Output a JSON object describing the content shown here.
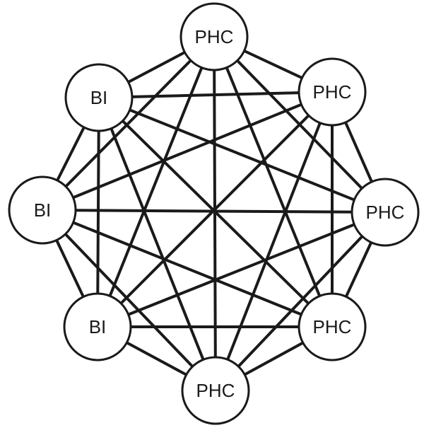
{
  "diagram": {
    "nodes": [
      {
        "id": "n0",
        "label": "PHC"
      },
      {
        "id": "n1",
        "label": "PHC"
      },
      {
        "id": "n2",
        "label": "PHC"
      },
      {
        "id": "n3",
        "label": "PHC"
      },
      {
        "id": "n4",
        "label": "PHC"
      },
      {
        "id": "n5",
        "label": "BI"
      },
      {
        "id": "n6",
        "label": "BI"
      },
      {
        "id": "n7",
        "label": "BI"
      }
    ],
    "edges": "complete"
  }
}
